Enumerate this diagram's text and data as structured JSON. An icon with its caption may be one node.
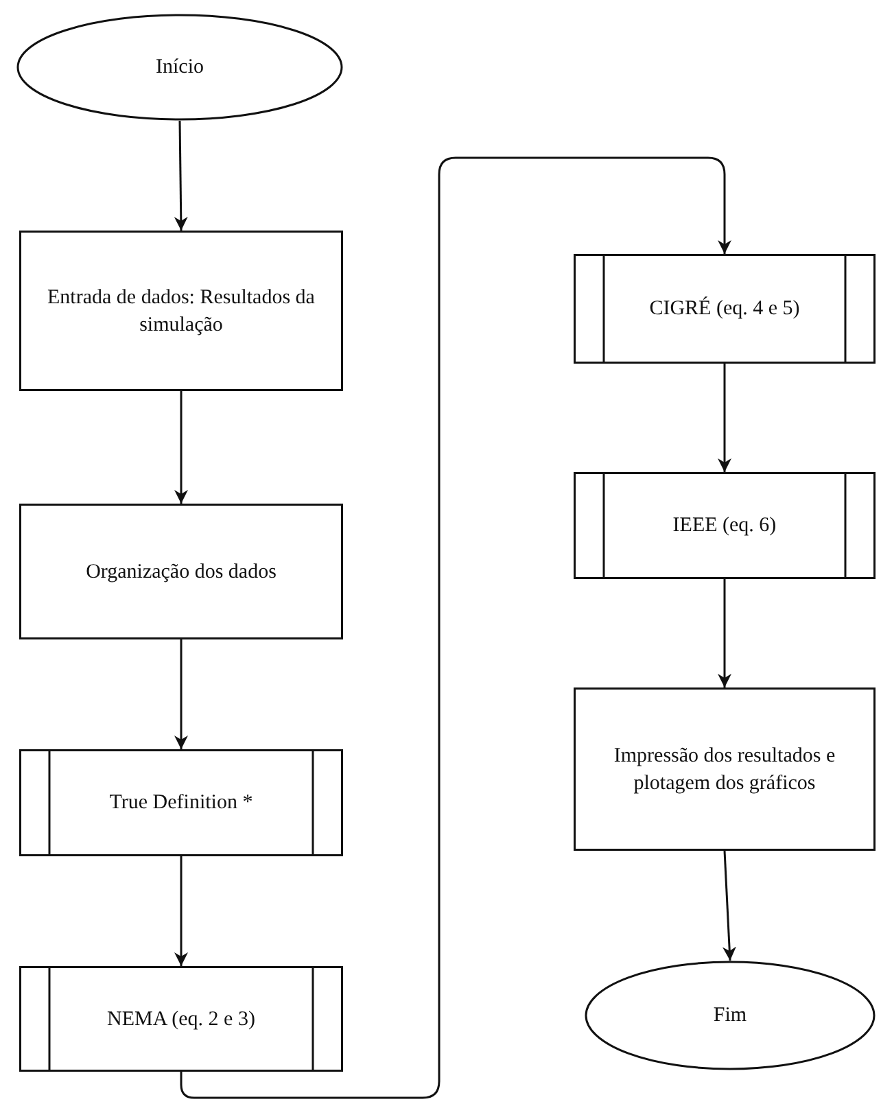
{
  "diagram": {
    "nodes": [
      {
        "text": [
          "Início"
        ]
      },
      {
        "text": [
          "Entrada de dados: Resultados da simulação"
        ]
      },
      {
        "text": [
          "Organização dos dados"
        ]
      },
      {
        "text": [
          "True Definition *"
        ]
      },
      {
        "text": [
          "NEMA (eq. 2 e 3)"
        ]
      },
      {
        "text": [
          "CIGRÉ (eq. 4 e 5)"
        ]
      },
      {
        "text": [
          "IEEE (eq. 6)"
        ]
      },
      {
        "text": [
          "Impressão dos resultados e plotagem dos gráficos"
        ]
      },
      {
        "text": [
          "Fim"
        ]
      }
    ],
    "edges": [
      {
        "from": 0,
        "to": 1,
        "arrow": "to"
      },
      {
        "from": 1,
        "to": 2,
        "arrow": "to"
      },
      {
        "from": 2,
        "to": 3,
        "arrow": "to"
      },
      {
        "from": 3,
        "to": 4,
        "arrow": "to"
      },
      {
        "from": 4,
        "to": 5,
        "arrow": "to"
      },
      {
        "from": 5,
        "to": 6,
        "arrow": "to"
      },
      {
        "from": 6,
        "to": 7,
        "arrow": "to"
      },
      {
        "from": 7,
        "to": 8,
        "arrow": "to"
      }
    ]
  }
}
